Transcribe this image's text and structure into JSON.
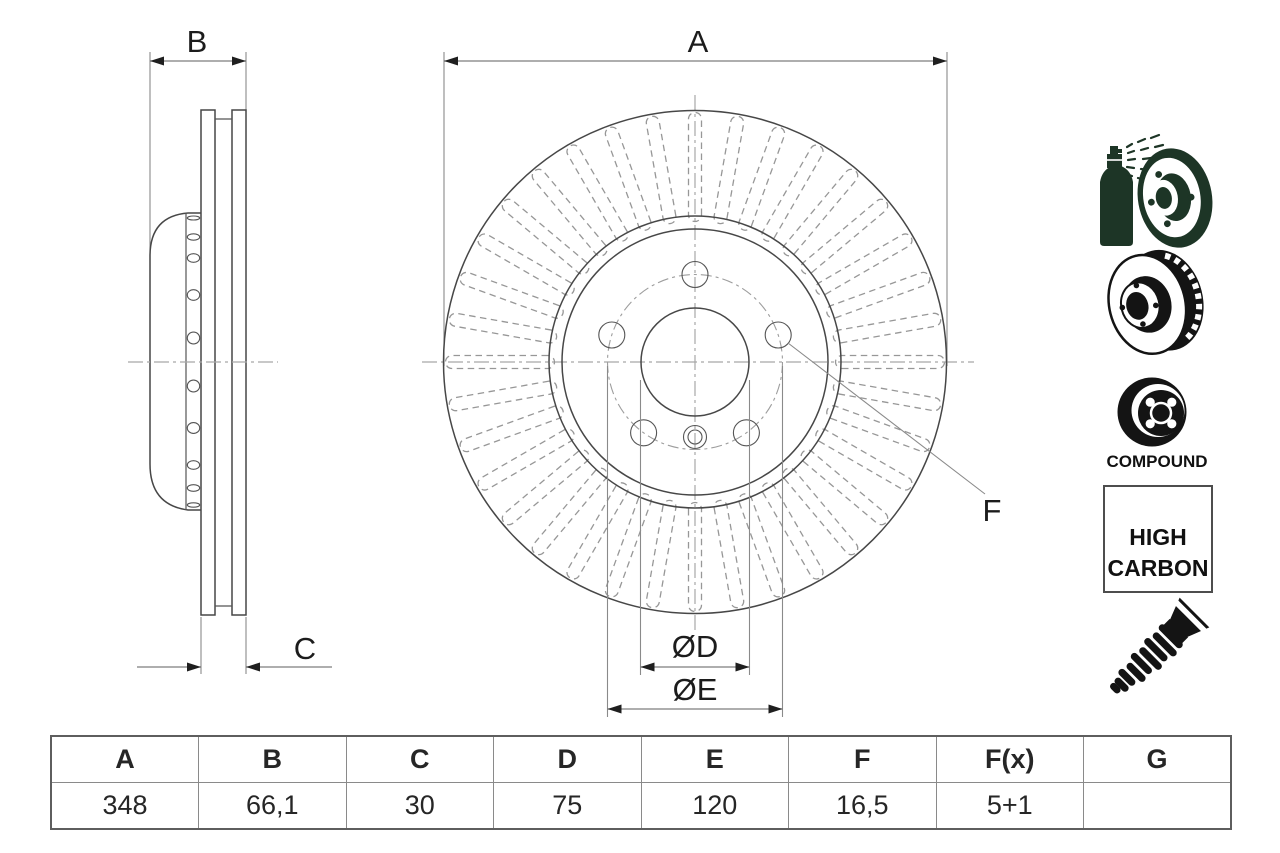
{
  "drawing": {
    "labels": {
      "outer_diameter": "A",
      "total_width": "B",
      "disc_thickness": "C",
      "bore_diameter": "ØD",
      "pitch_circle_diameter": "ØE",
      "fixing_hole": "F"
    }
  },
  "badges": {
    "compound": "COMPOUND",
    "high_carbon_line1": "HIGH",
    "high_carbon_line2": "CARBON"
  },
  "table": {
    "headers": [
      "A",
      "B",
      "C",
      "D",
      "E",
      "F",
      "F(x)",
      "G"
    ],
    "values": [
      "348",
      "66,1",
      "30",
      "75",
      "120",
      "16,5",
      "5+1",
      ""
    ]
  },
  "colors": {
    "icon_green": "#1d3526",
    "icon_black": "#141414",
    "line_gray": "#474747"
  }
}
